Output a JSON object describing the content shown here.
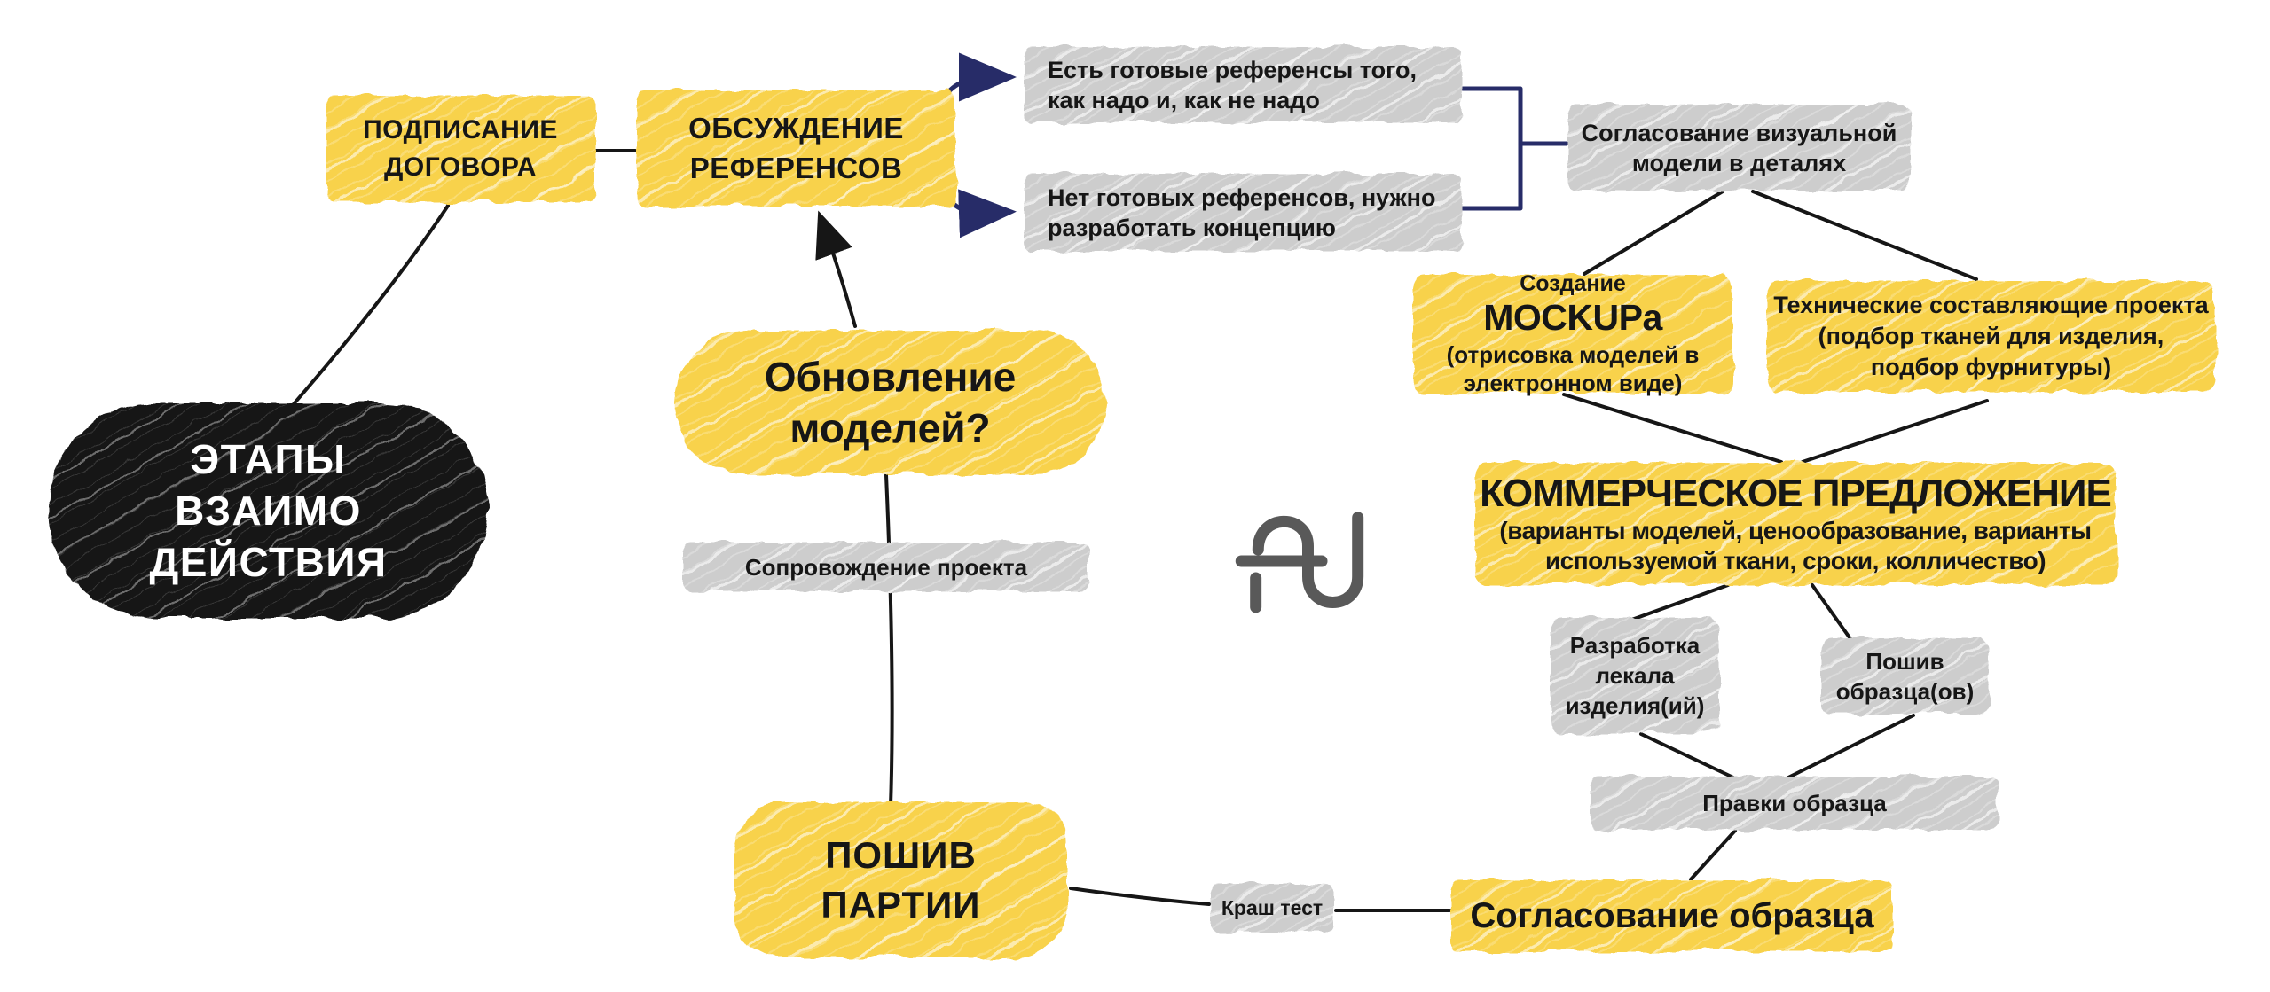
{
  "diagram_title": "ЭТАПЫ ВЗАИМОДЕЙСТВИЯ",
  "colors": {
    "yellow": "#F8D24B",
    "gray": "#CDCDCD",
    "black_blob": "#141414",
    "text": "#161616",
    "line_black": "#161616",
    "line_navy": "#272C68",
    "logo_gray": "#595959"
  },
  "nodes": {
    "stages": {
      "line1": "ЭТАПЫ",
      "line2": "ВЗАИМО",
      "line3": "ДЕЙСТВИЯ"
    },
    "signing": {
      "line1": "ПОДПИСАНИЕ",
      "line2": "ДОГОВОРА"
    },
    "discussion": {
      "line1": "ОБСУЖДЕНИЕ",
      "line2": "РЕФЕРЕНСОВ"
    },
    "refs_ready": {
      "line1": "Есть готовые референсы того,",
      "line2": "как надо и, как не надо"
    },
    "refs_none": {
      "line1": "Нет готовых референсов, нужно",
      "line2": "разработать концепцию"
    },
    "visual_approval": {
      "line1": "Согласование визуальной",
      "line2": "модели в деталях"
    },
    "mockup": {
      "prefix": "Создание",
      "big": "MOCKUPa",
      "sub1": "(отрисовка моделей в",
      "sub2": "электронном виде)"
    },
    "technical": {
      "line1": "Технические составляющие проекта",
      "line2": "(подбор тканей для изделия,",
      "line3": "подбор фурнитуры)"
    },
    "commercial": {
      "title": "КОММЕРЧЕСКОЕ ПРЕДЛОЖЕНИЕ",
      "sub1": "(варианты моделей, ценообразование, варианты",
      "sub2": "используемой ткани, сроки, колличество)"
    },
    "pattern": {
      "line1": "Разработка",
      "line2": "лекала",
      "line3": "изделия(ий)"
    },
    "sample_sewing": {
      "line1": "Пошив",
      "line2": "образца(ов)"
    },
    "sample_edits": {
      "text": "Правки образца"
    },
    "sample_approval": {
      "text": "Согласование образца"
    },
    "crash_test": {
      "text": "Краш тест"
    },
    "batch_sewing": {
      "line1": "ПОШИВ",
      "line2": "ПАРТИИ"
    },
    "project_support": {
      "text": "Сопровождение проекта"
    },
    "model_update": {
      "line1": "Обновление",
      "line2": "моделей?"
    }
  },
  "logo": {
    "name": "AU monogram"
  }
}
